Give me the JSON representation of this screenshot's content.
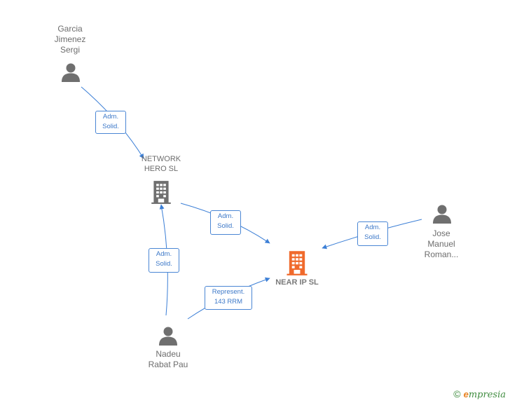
{
  "colors": {
    "edge": "#3c7fd6",
    "person_icon": "#6f6f6f",
    "company_icon": "#6f6f6f",
    "focus_company_icon": "#f06a2c"
  },
  "nodes": [
    {
      "id": "garcia",
      "type": "person",
      "label": "Garcia\nJimenez\nSergi"
    },
    {
      "id": "network",
      "type": "company",
      "label": "NETWORK\nHERO  SL"
    },
    {
      "id": "near",
      "type": "focus-company",
      "label": "NEAR IP  SL"
    },
    {
      "id": "jose",
      "type": "person",
      "label": "Jose\nManuel\nRoman..."
    },
    {
      "id": "nadeu",
      "type": "person",
      "label": "Nadeu\nRabat Pau"
    }
  ],
  "edges": [
    {
      "id": "garcia-network",
      "from": "garcia",
      "to": "network",
      "label": "Adm.\nSolid."
    },
    {
      "id": "network-near",
      "from": "network",
      "to": "near",
      "label": "Adm.\nSolid."
    },
    {
      "id": "jose-near",
      "from": "jose",
      "to": "near",
      "label": "Adm.\nSolid."
    },
    {
      "id": "nadeu-network",
      "from": "nadeu",
      "to": "network",
      "label": "Adm.\nSolid."
    },
    {
      "id": "nadeu-near",
      "from": "nadeu",
      "to": "near",
      "label": "Represent.\n143 RRM"
    }
  ],
  "footer": {
    "copyright_symbol": "©",
    "brand_first": "e",
    "brand_rest": "mpresia"
  }
}
